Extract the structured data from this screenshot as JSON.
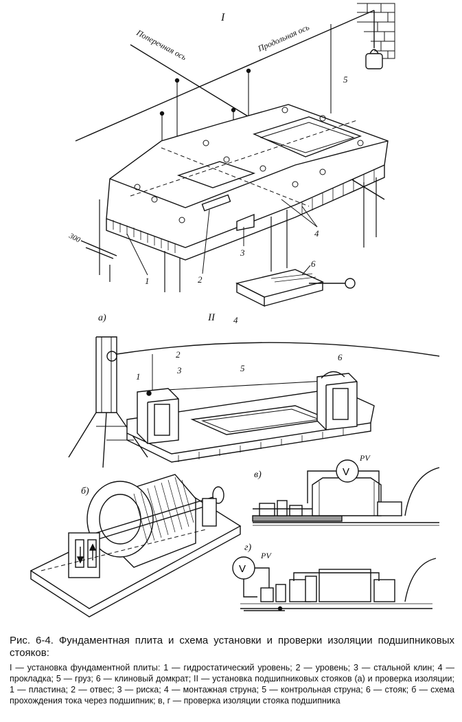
{
  "labels": {
    "section_1": "I",
    "section_2": "II",
    "transverse_axis": "Поперечная ось",
    "longitudinal_axis": "Продольная ось",
    "dim_300": "300",
    "a": "а)",
    "b": "б)",
    "v": "в)",
    "g": "г)",
    "pv": "PV",
    "volt": "V",
    "n1": "1",
    "n2": "2",
    "n3": "3",
    "n4": "4",
    "n5": "5",
    "n6": "6"
  },
  "caption": {
    "title": "Рис. 6-4. Фундаментная плита и схема установки и проверки изоляции подшипниковых стояков:",
    "legend": "I — установка фундаментной плиты: 1 — гидростатический уровень; 2 — уровень; 3 — стальной клин; 4 — прокладка; 5 — груз; 6 — клиновый домкрат; II — установка подшипниковых стояков (а) и проверка изоляции; 1 — пластина; 2 — отвес; 3 — риска; 4 — монтажная струна; 5 — контрольная струна; 6 — стояк; б — схема прохождения тока через подшипник; в, г — проверка изоляции стояка подшипника"
  }
}
